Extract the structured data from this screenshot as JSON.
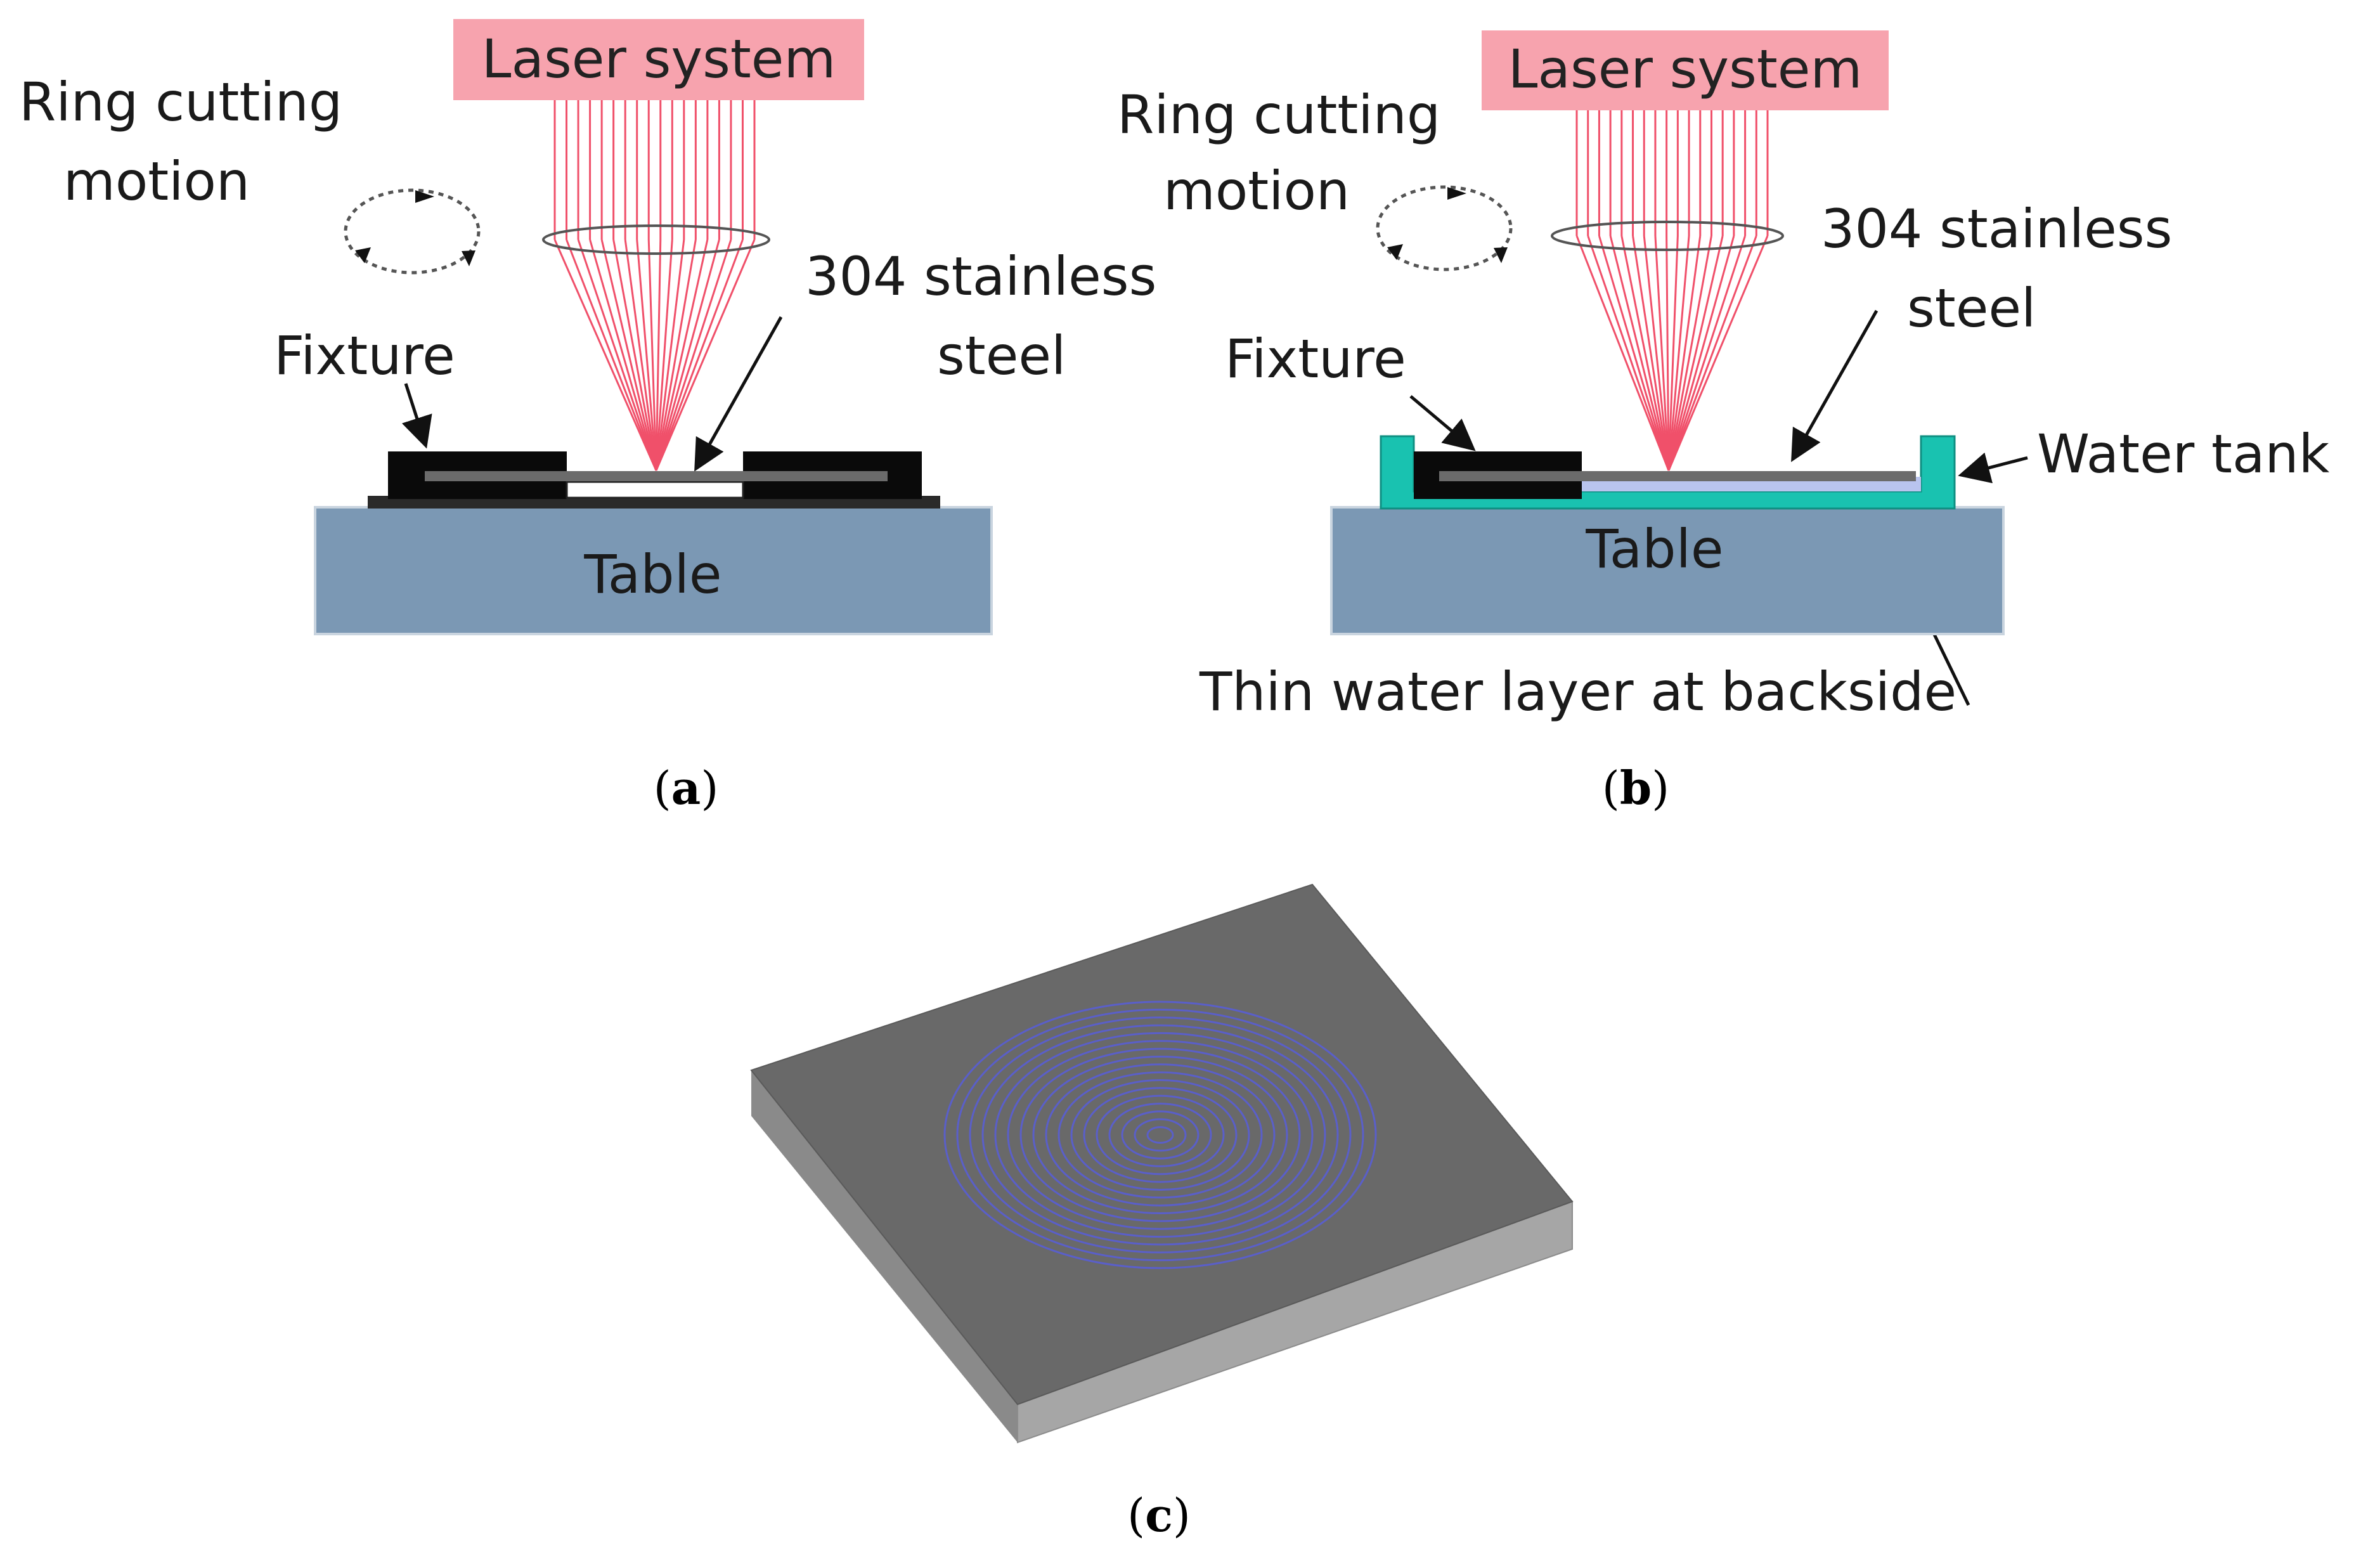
{
  "panel_a": {
    "laser_label": "Laser system",
    "motion_label_line1": "Ring cutting",
    "motion_label_line2": "motion",
    "fixture_label": "Fixture",
    "steel_label_line1": "304 stainless",
    "steel_label_line2": "steel",
    "table_label": "Table",
    "caption_open": "(",
    "caption_letter": "a",
    "caption_close": ")"
  },
  "panel_b": {
    "laser_label": "Laser system",
    "motion_label_line1": "Ring cutting",
    "motion_label_line2": "motion",
    "fixture_label": "Fixture",
    "steel_label_line1": "304 stainless",
    "steel_label_line2": "steel",
    "water_tank_label": "Water tank",
    "table_label": "Table",
    "water_layer_label": "Thin water layer at backside",
    "caption_open": "(",
    "caption_letter": "b",
    "caption_close": ")"
  },
  "panel_c": {
    "caption_open": "(",
    "caption_letter": "c",
    "caption_close": ")"
  },
  "colors": {
    "laser_box": "#f7a3ae",
    "laser_beam": "#f0506a",
    "table": "#7b98b4",
    "fixture": "#0a0a0a",
    "steel": "#6b6b6b",
    "water_tank": "#19c2b0",
    "water_layer": "#b9c4ee",
    "plate_top": "#696969",
    "plate_side_front": "#a6a6a6",
    "plate_side_left": "#8a8a8a",
    "rings": "#5a5fc9"
  }
}
